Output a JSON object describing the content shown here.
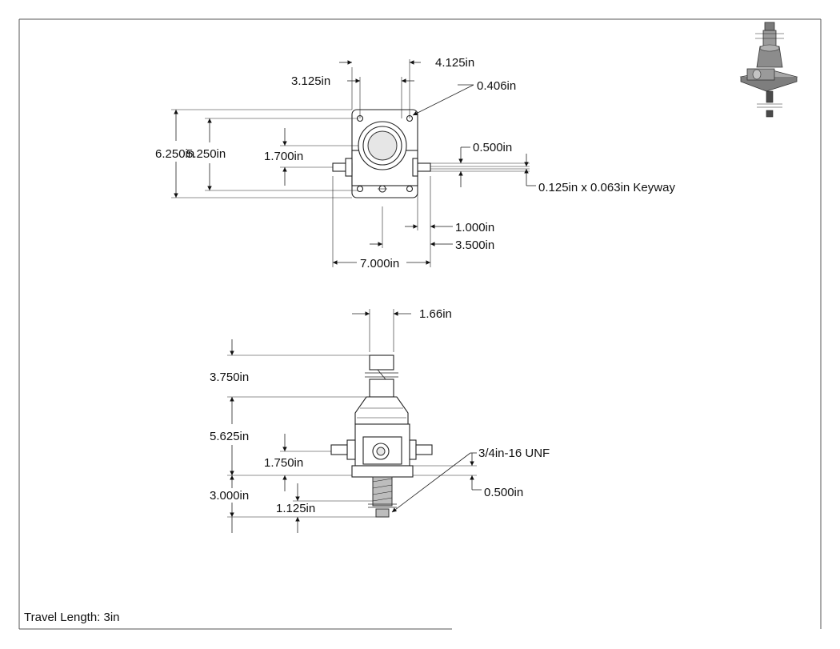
{
  "top_view": {
    "dims": {
      "width_3125": "3.125in",
      "width_4125": "4.125in",
      "hole_0406": "0.406in",
      "height_6250": "6.250in",
      "height_5250": "5.250in",
      "offset_1700": "1.700in",
      "shaft_0500": "0.500in",
      "keyway": "0.125in x 0.063in Keyway",
      "shaft_len_1000": "1.000in",
      "half_3500": "3.500in",
      "overall_7000": "7.000in"
    }
  },
  "side_view": {
    "dims": {
      "dia_166": "1.66in",
      "len_3750": "3.750in",
      "len_5625": "5.625in",
      "len_1750": "1.750in",
      "len_3000": "3.000in",
      "len_1125": "1.125in",
      "thread": "3/4in-16 UNF",
      "base_0500": "0.500in"
    }
  },
  "notes": {
    "travel": "Travel Length: 3in"
  },
  "colors": {
    "line": "#222222",
    "part_fill": "#e6e6e6",
    "screw": "#4a4a4a"
  }
}
